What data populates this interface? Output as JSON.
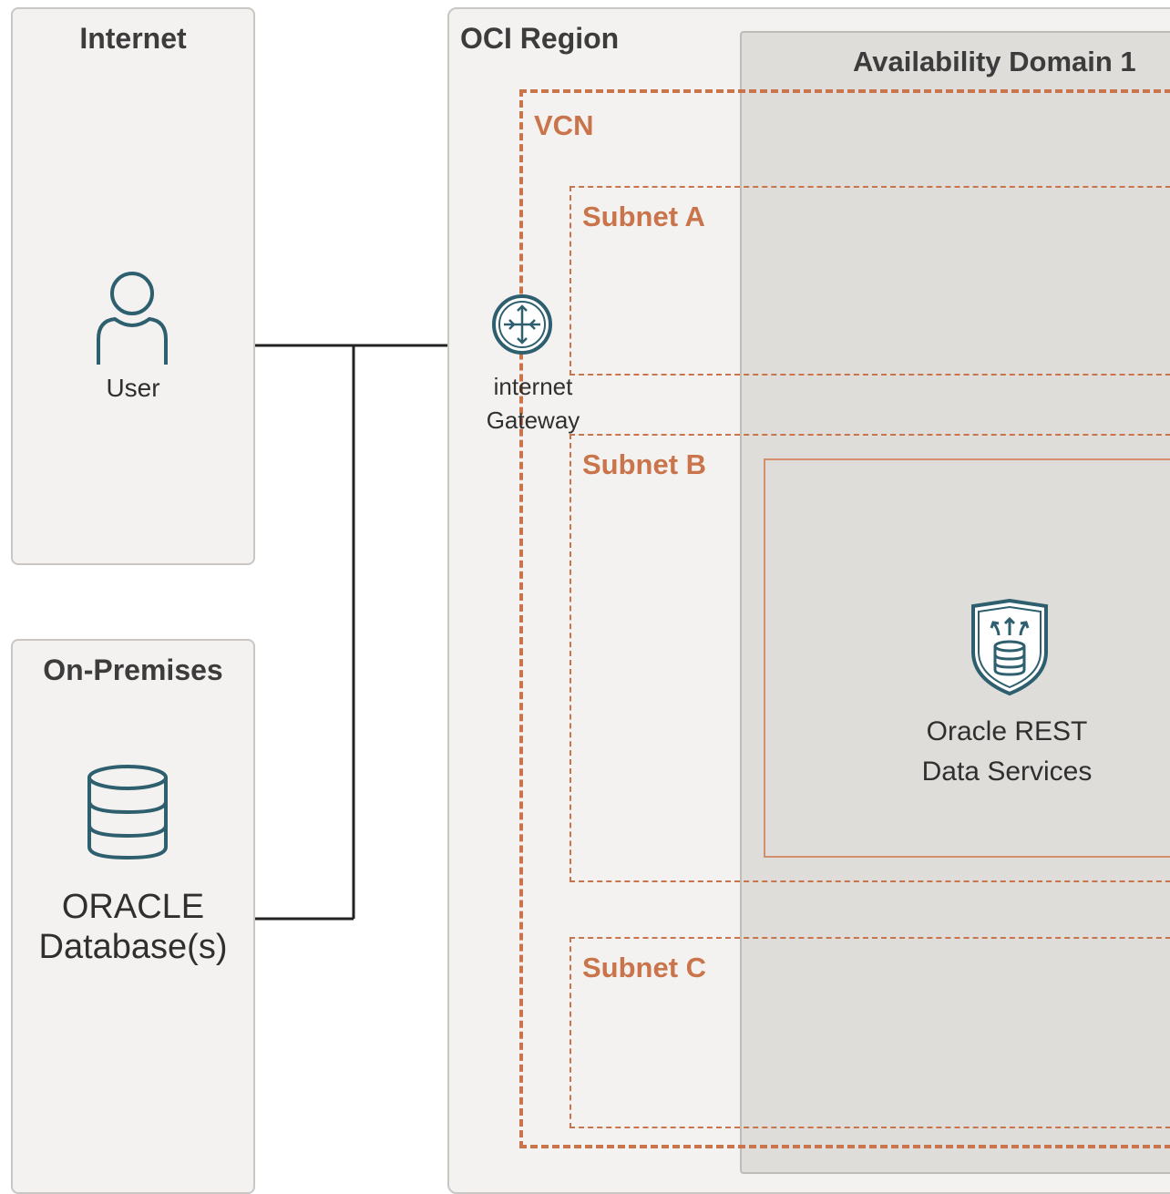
{
  "internet_panel": {
    "title": "Internet",
    "user_label": "User"
  },
  "onprem_panel": {
    "title": "On-Premises",
    "db_label_line1": "ORACLE",
    "db_label_line2": "Database(s)"
  },
  "oci_region": {
    "title": "OCI Region",
    "availability_domain": "Availability Domain 1",
    "vcn_label": "VCN",
    "gateway_line1": "internet",
    "gateway_line2": "Gateway",
    "subnets": [
      {
        "label": "Subnet A"
      },
      {
        "label": "Subnet B"
      },
      {
        "label": "Subnet C"
      }
    ],
    "service_line1": "Oracle REST",
    "service_line2": "Data Services"
  },
  "colors": {
    "accent_orange": "#c9744a",
    "icon_teal": "#2e5f6e",
    "panel_bg": "#f4f2f0",
    "domain_bg": "#dfddda"
  },
  "icons": {
    "user": "user-icon",
    "database": "database-icon",
    "gateway": "internet-gateway-icon",
    "ords": "ords-shield-icon"
  }
}
